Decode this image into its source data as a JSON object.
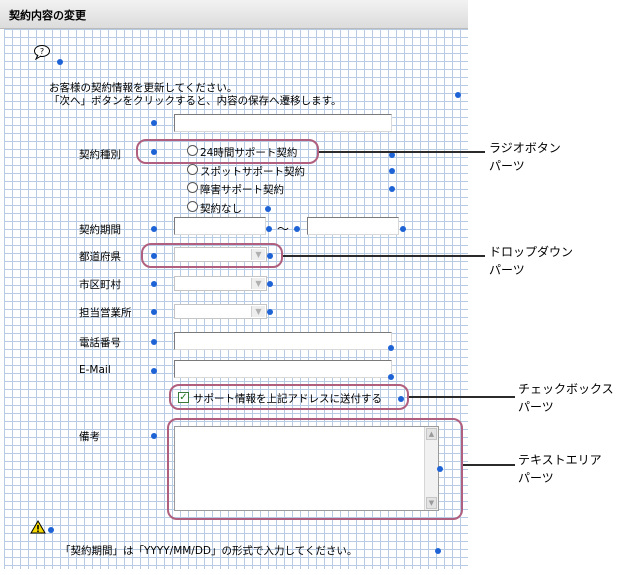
{
  "header": {
    "title": "契約内容の変更"
  },
  "intro": {
    "line1": "お客様の契約情報を更新してください。",
    "line2": "「次へ」ボタンをクリックすると、内容の保存へ遷移します。"
  },
  "form": {
    "contract_type_label": "契約種別",
    "radios": [
      "24時間サポート契約",
      "スポットサポート契約",
      "障害サポート契約",
      "契約なし"
    ],
    "period_label": "契約期間",
    "tilde": "～",
    "prefecture_label": "都道府県",
    "city_label": "市区町村",
    "office_label": "担当営業所",
    "phone_label": "電話番号",
    "email_label": "E-Mail",
    "checkbox_label": "サポート情報を上記アドレスに送付する",
    "remarks_label": "備考"
  },
  "callouts": {
    "radio": [
      "ラジオボタン",
      "パーツ"
    ],
    "dropdown": [
      "ドロップダウン",
      "パーツ"
    ],
    "checkbox": [
      "チェックボックス",
      "パーツ"
    ],
    "textarea": [
      "テキストエリア",
      "パーツ"
    ]
  },
  "footer": {
    "note": "「契約期間」は「YYYY/MM/DD」の形式で入力してください。"
  },
  "colors": {
    "grid": "#b7cbe4",
    "dot": "#1e63d6",
    "callout": "#b0607e"
  },
  "icons": {
    "help": "help-balloon-icon",
    "warning": "warning-icon"
  }
}
